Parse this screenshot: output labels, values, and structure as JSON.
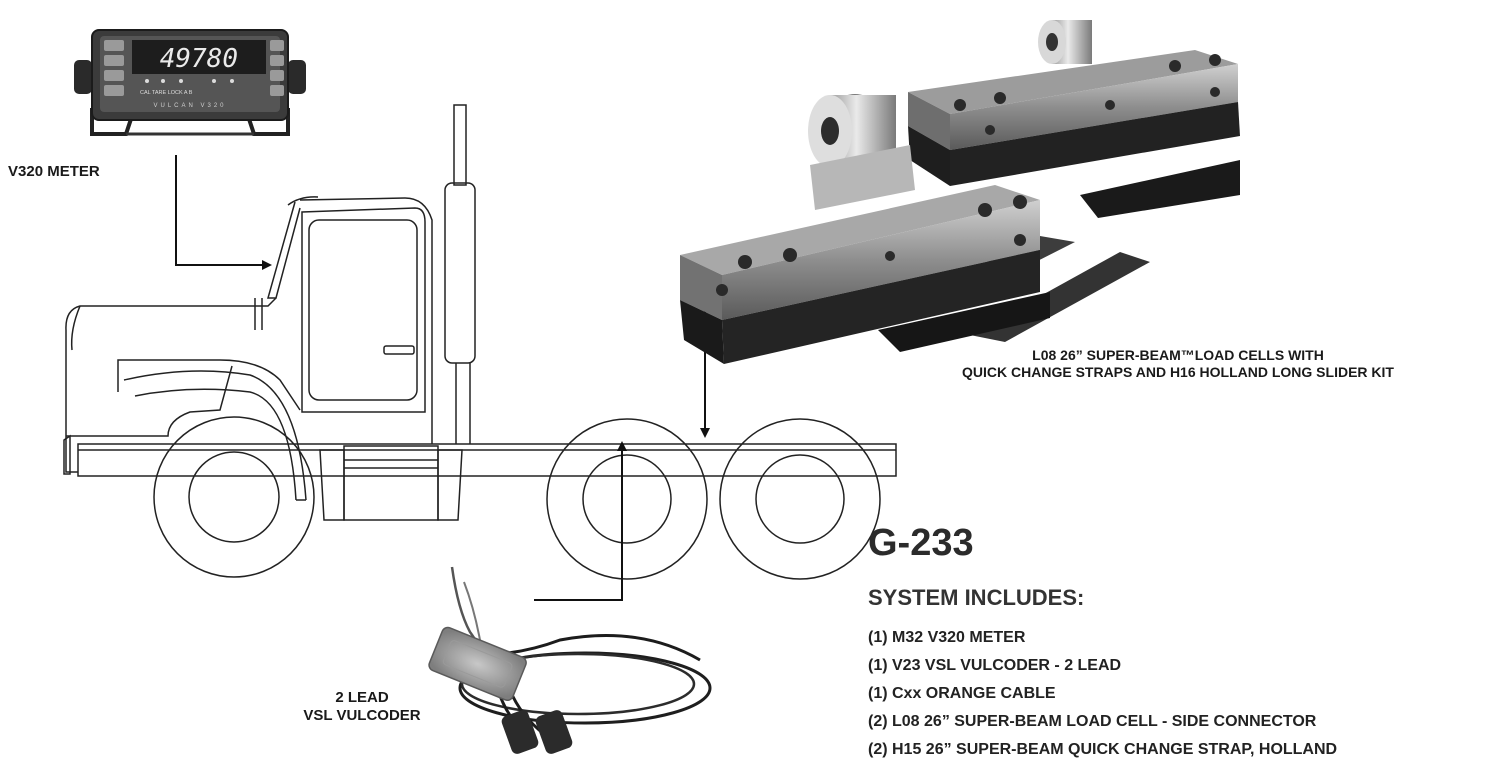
{
  "meter": {
    "display": "49780",
    "label": "V320 METER",
    "indicator_labels": "CAL  TARE  LOCK        A    B",
    "brand": "VULCAN  V320"
  },
  "load_cells": {
    "label_line1": "L08  26” SUPER-BEAM™LOAD CELLS WITH",
    "label_line2": "QUICK CHANGE STRAPS AND H16 HOLLAND LONG SLIDER KIT"
  },
  "vulcoder": {
    "label_line1": "2 LEAD",
    "label_line2": "VSL VULCODER"
  },
  "system": {
    "model": "G-233",
    "heading": "SYSTEM INCLUDES:",
    "items": [
      "(1)  M32  V320 METER",
      "(1)  V23  VSL VULCODER - 2 LEAD",
      "(1)  Cxx ORANGE CABLE",
      "(2)  L08  26” SUPER-BEAM LOAD CELL - SIDE CONNECTOR",
      "(2)  H15  26” SUPER-BEAM QUICK CHANGE STRAP, HOLLAND"
    ]
  }
}
